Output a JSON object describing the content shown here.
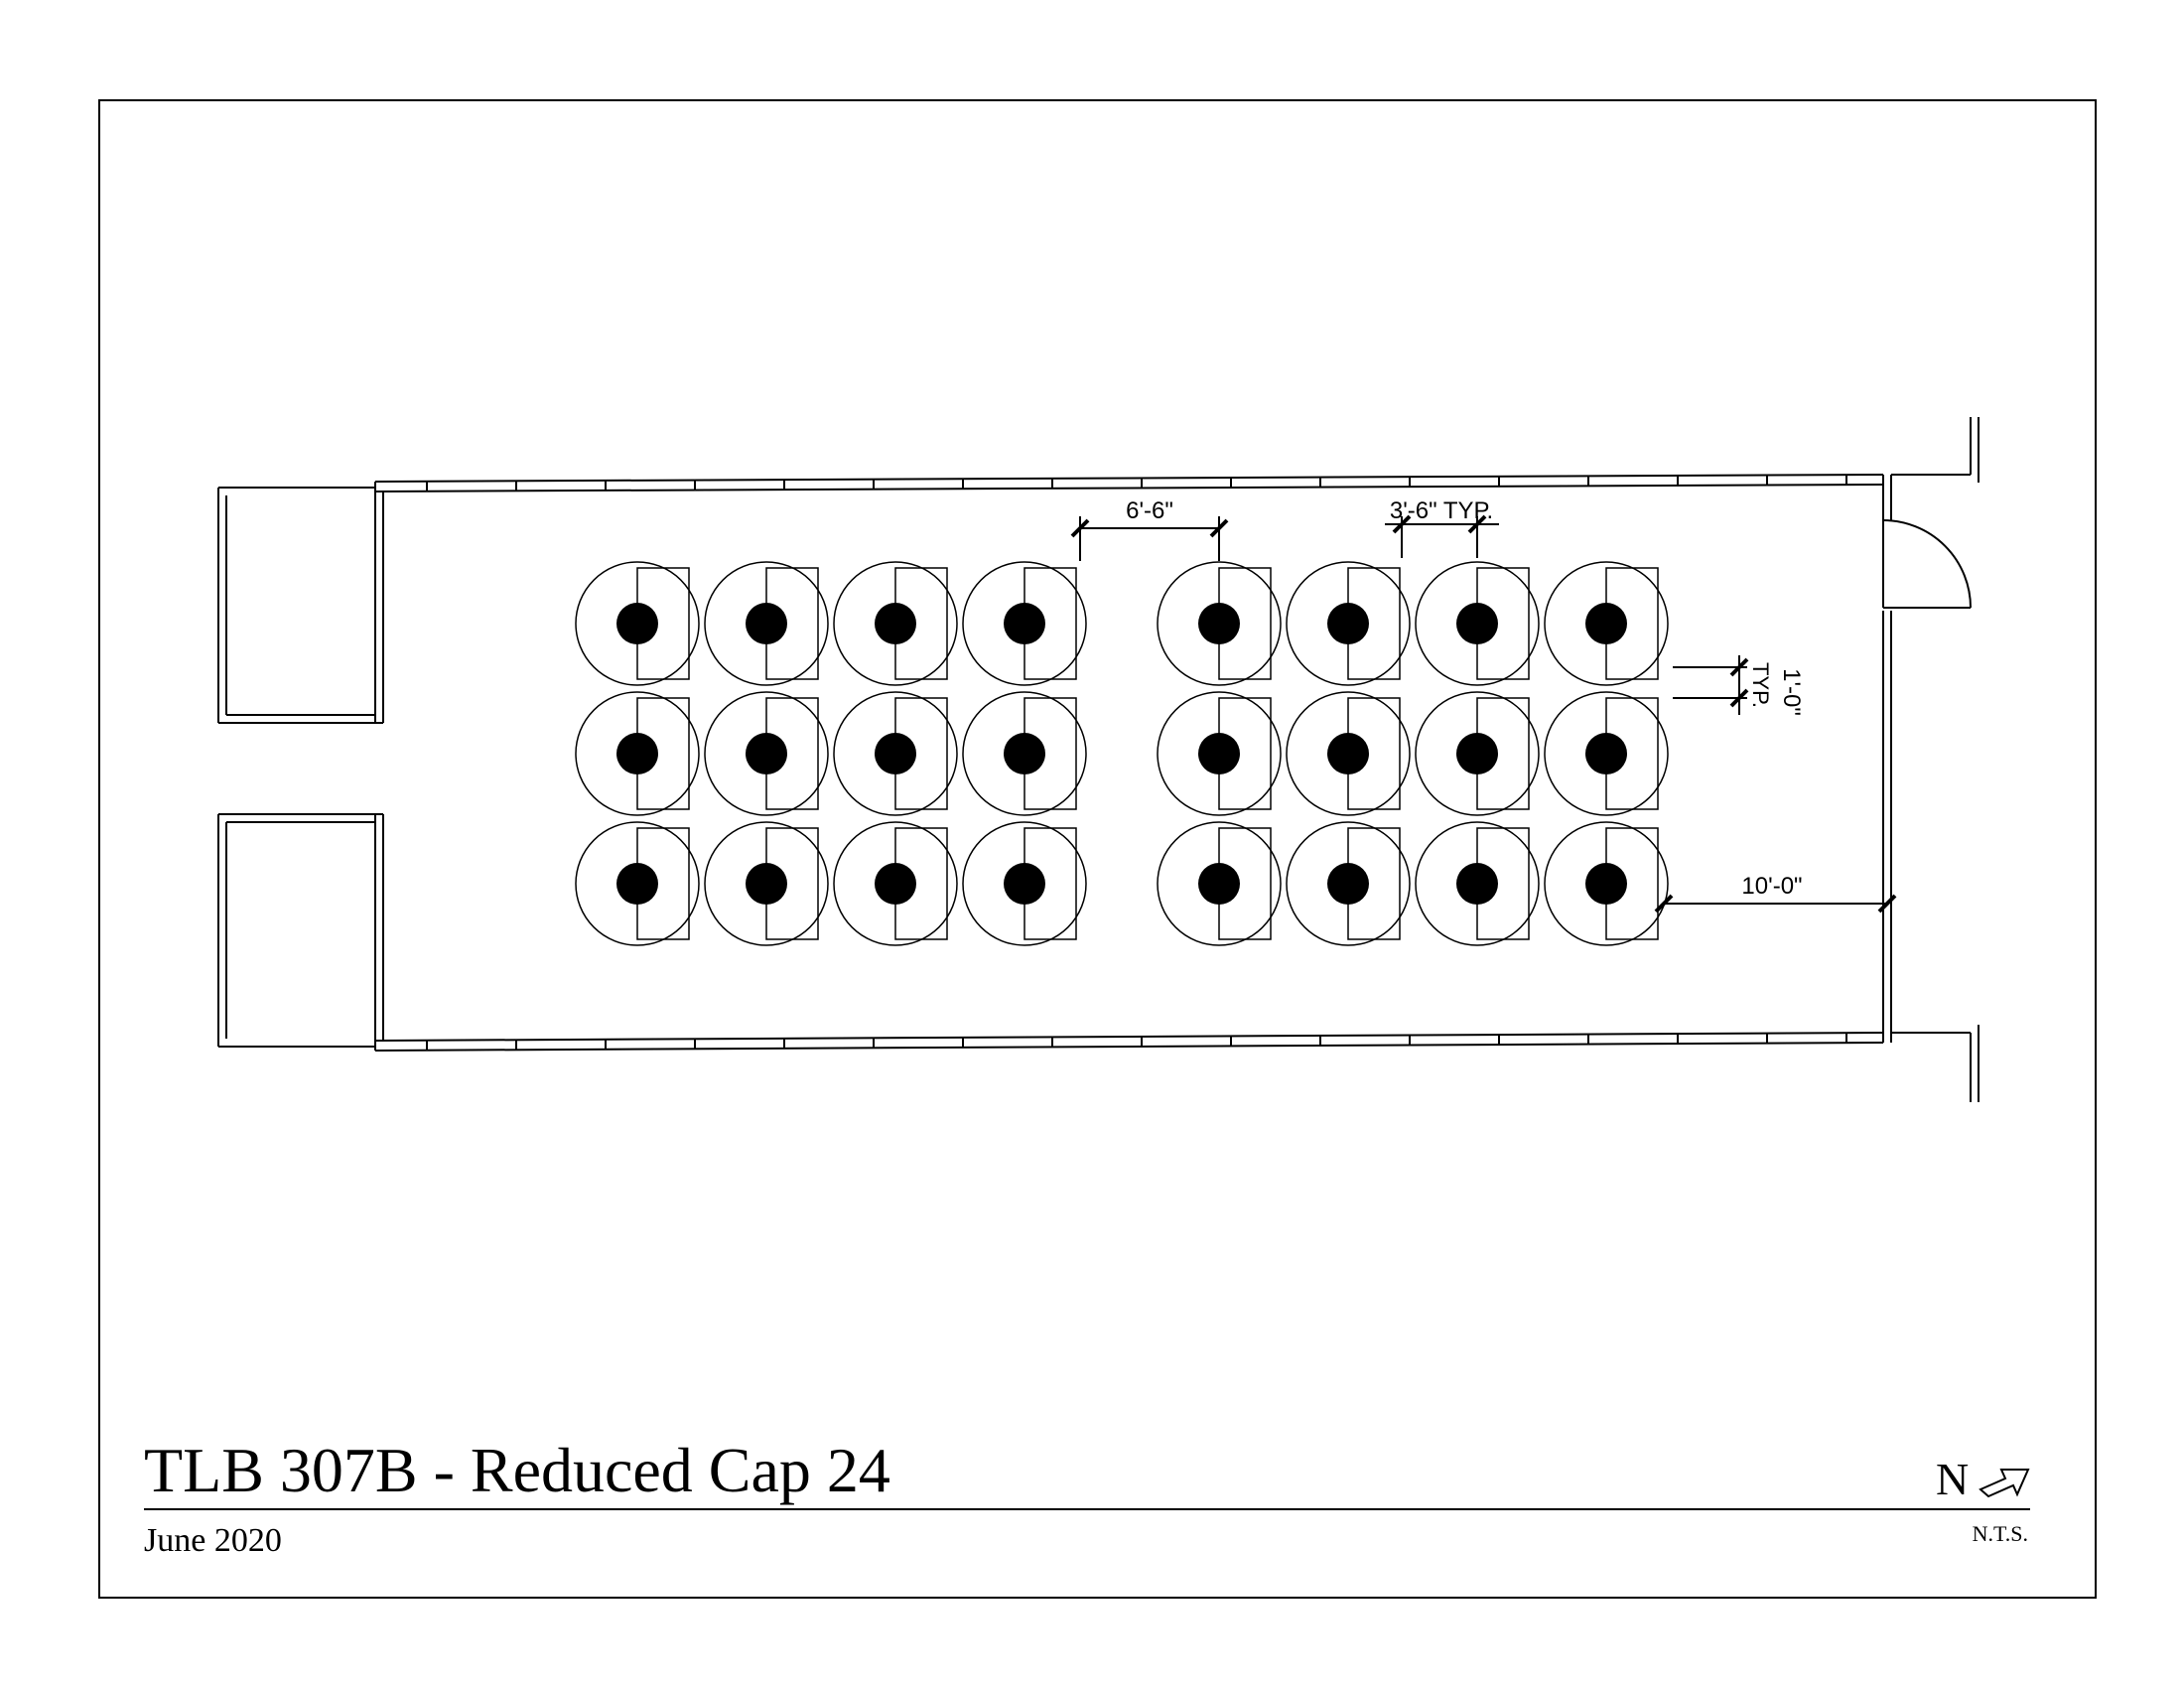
{
  "title_block": {
    "title": "TLB 307B - Reduced Cap 24",
    "date": "June 2020",
    "north_label": "N",
    "scale_note": "N.T.S."
  },
  "dimensions": {
    "aisle": "6'-6\"",
    "desk_spacing": "3'-6\" TYP.",
    "row_gap": "1'-0\"",
    "row_gap_typ": "TYP.",
    "front_clearance": "10'-0\""
  },
  "seating": {
    "capacity": 24,
    "rows": 3,
    "columns": 8
  }
}
